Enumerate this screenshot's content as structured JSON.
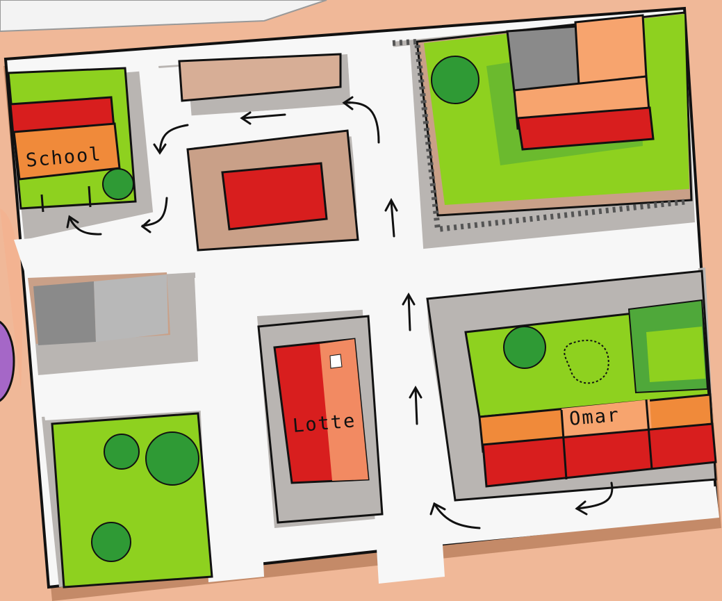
{
  "map": {
    "labels": {
      "school": "School",
      "lotte": "Lotte",
      "omar": "Omar"
    },
    "route_direction": "Omar to School",
    "colors": {
      "background": "#f0b898",
      "paper": "#c48a68",
      "road": "#f7f7f7",
      "sidewalk": "#b9b5b2",
      "grass": "#8ed11f",
      "grass_dark": "#4fa83a",
      "roof_red": "#d81e1e",
      "roof_orange": "#f08a3a",
      "roof_peach": "#f7a46e",
      "lot_brown": "#bf957c",
      "gray": "#8a8a8a",
      "light_gray": "#b8b8b8",
      "tree": "#2f9a35",
      "outline": "#111111"
    },
    "icons": [
      "tree-icon",
      "arrow-icon",
      "pond-icon"
    ]
  }
}
